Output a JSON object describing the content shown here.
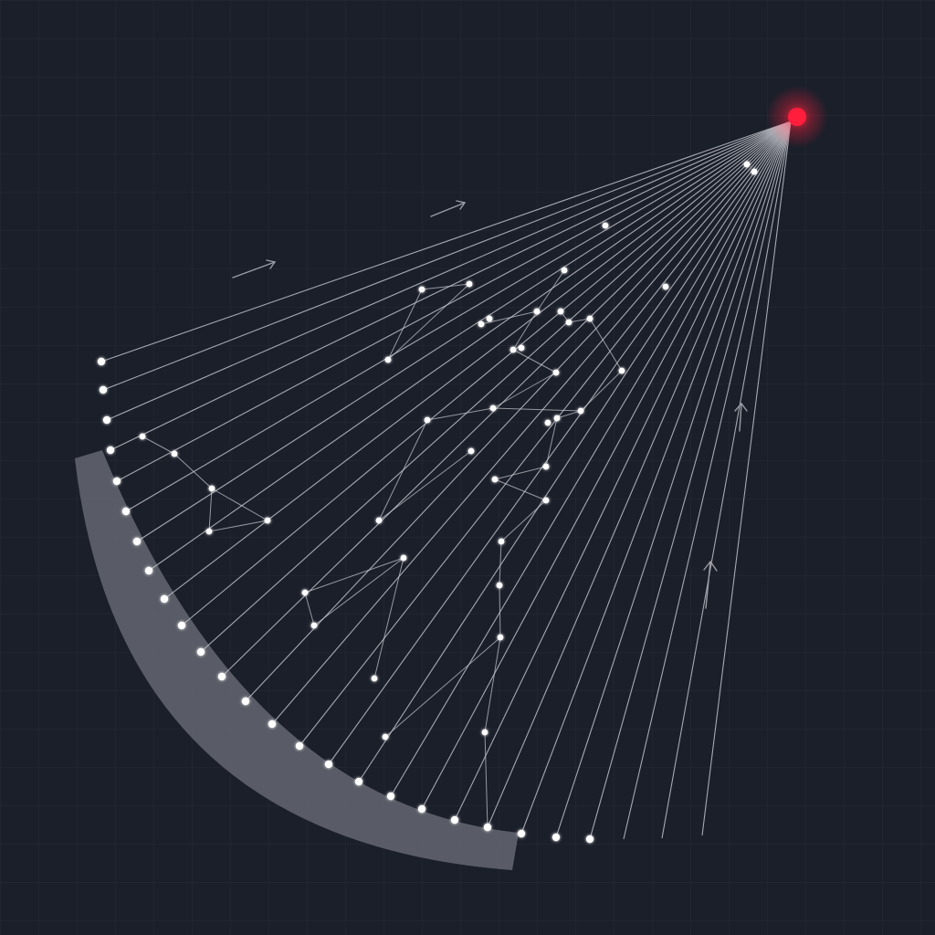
{
  "colors": {
    "background": "#1b1f2a",
    "grid": "#262b37",
    "ray": "#c9ccd2",
    "node": "#ffffff",
    "detector": "#5d6069",
    "source": "#ff1e3c",
    "arrow": "#9a9da5"
  },
  "elements": {
    "source_icon": "glowing-red-dot",
    "detector_icon": "curved-gray-band",
    "arrow_icon": "thin-arrow"
  },
  "counts": {
    "rays": 27,
    "scatter_nodes": 42,
    "flow_arrows": 4
  }
}
